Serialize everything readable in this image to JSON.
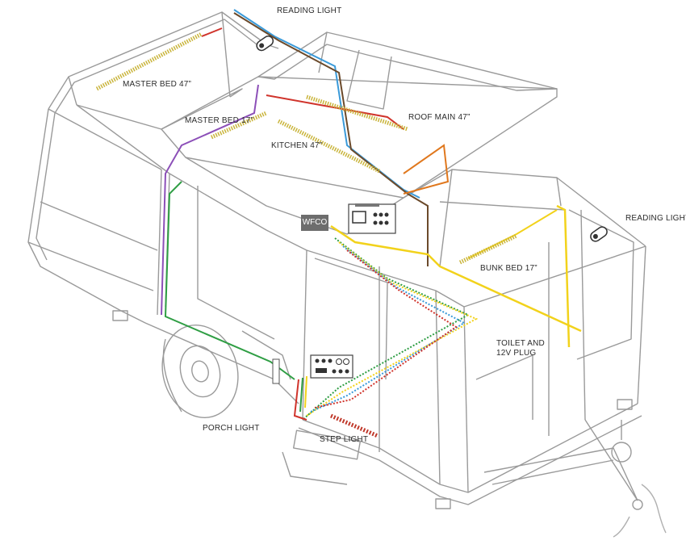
{
  "labels": {
    "reading_light_top": "READING LIGHT",
    "master_bed_47": "MASTER BED 47”",
    "master_bed_17": "MASTER BED 17”",
    "roof_main_47": "ROOF MAIN 47”",
    "kitchen_47": "KITCHEN 47”",
    "reading_light_right": "READING LIGHT",
    "wfco": "WFCO",
    "bunk_bed_17": "BUNK BED 17”",
    "toilet_line1": "TOILET AND",
    "toilet_line2": "12V PLUG",
    "porch_light": "PORCH LIGHT",
    "step_light": "STEP LIGHT"
  },
  "colors": {
    "outline": "#9a9a9a",
    "blue_wire": "#3a9ad9",
    "red_wire": "#d0342c",
    "brown_wire": "#6b4a2b",
    "purple_wire": "#8c4fb8",
    "green_wire": "#2f9e44",
    "yellow_wire": "#f2d21b",
    "orange_wire": "#e0781e",
    "led_strip": "#c9b43a",
    "wfco_box": "#6d6d6d"
  }
}
